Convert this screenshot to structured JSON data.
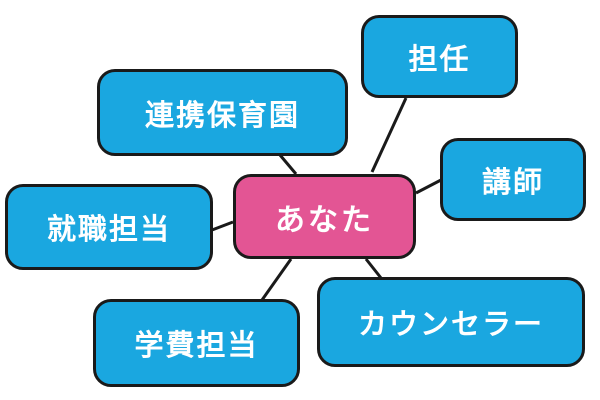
{
  "diagram": {
    "center": {
      "label": "あなた",
      "color": "#e35594"
    },
    "nodes": [
      {
        "id": "tannin",
        "label": "担任",
        "color": "#1aa7e0"
      },
      {
        "id": "renkei",
        "label": "連携保育園",
        "color": "#1aa7e0"
      },
      {
        "id": "koshi",
        "label": "講師",
        "color": "#1aa7e0"
      },
      {
        "id": "shushoku",
        "label": "就職担当",
        "color": "#1aa7e0"
      },
      {
        "id": "counselor",
        "label": "カウンセラー",
        "color": "#1aa7e0"
      },
      {
        "id": "gakuhi",
        "label": "学費担当",
        "color": "#1aa7e0"
      }
    ],
    "line_color": "#1a1a1a"
  }
}
